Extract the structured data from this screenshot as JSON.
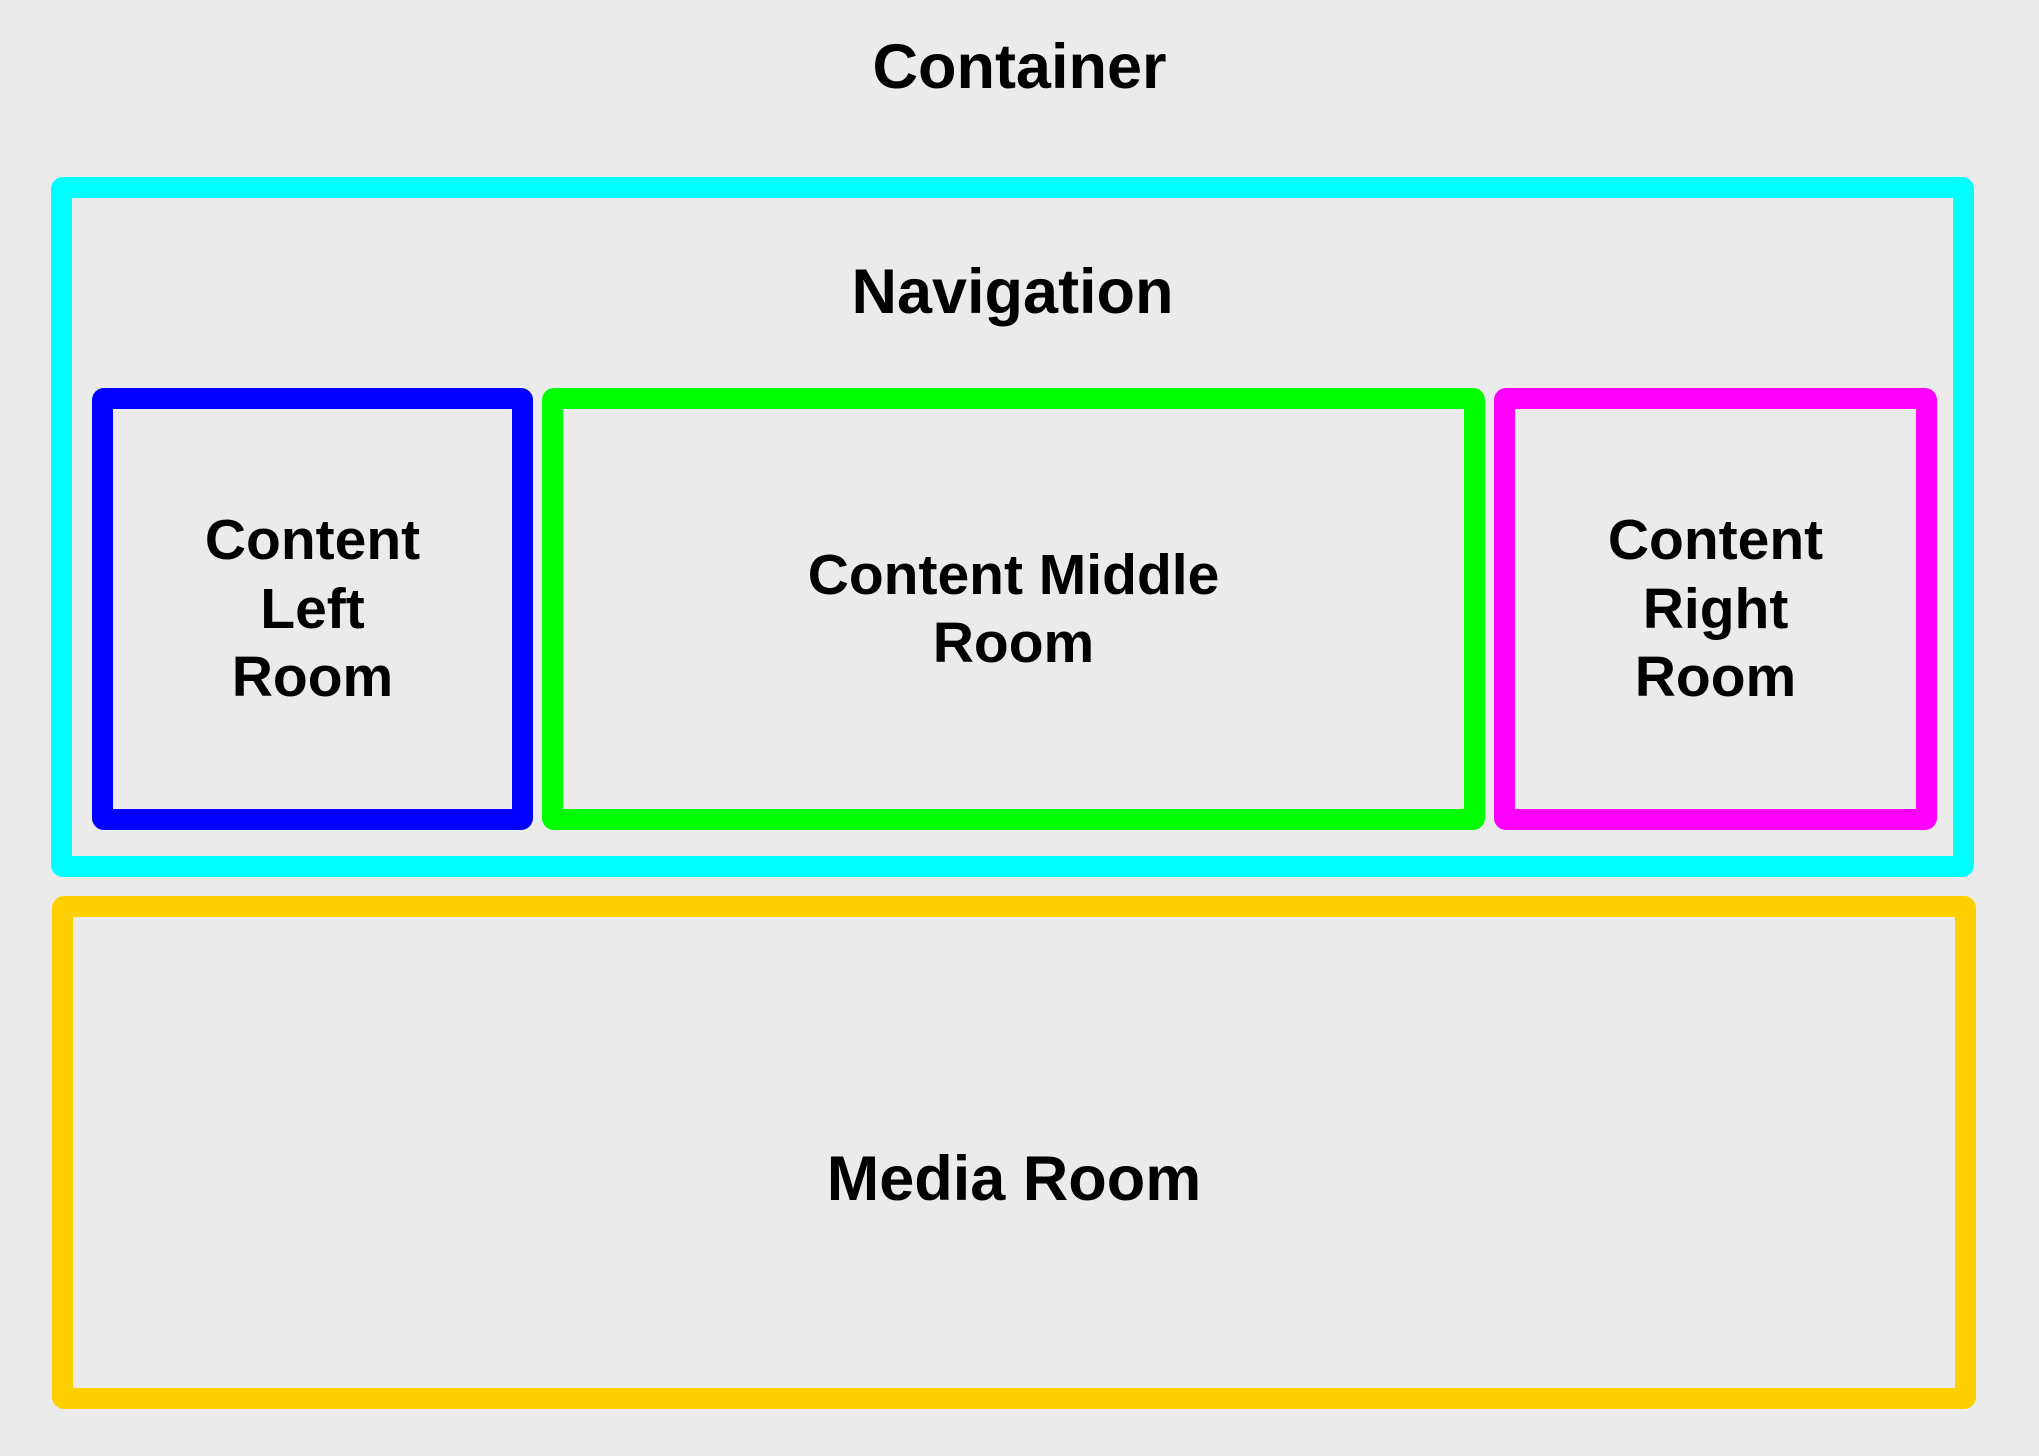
{
  "page": {
    "title": "Container",
    "background_color": "#ebebeb",
    "text_color": "#000000"
  },
  "navigation": {
    "label": "Navigation",
    "border_color": "#00ffff",
    "rooms": [
      {
        "id": "content-left-room",
        "label": "Content Left Room",
        "lines": [
          "Content",
          "Left",
          "Room"
        ],
        "border_color": "#0000ff"
      },
      {
        "id": "content-middle-room",
        "label": "Content Middle Room",
        "lines": [
          "Content Middle",
          "Room"
        ],
        "border_color": "#00ff00"
      },
      {
        "id": "content-right-room",
        "label": "Content Right Room",
        "lines": [
          "Content",
          "Right",
          "Room"
        ],
        "border_color": "#ff00ff"
      }
    ]
  },
  "media": {
    "label": "Media Room",
    "border_color": "#ffd000"
  }
}
